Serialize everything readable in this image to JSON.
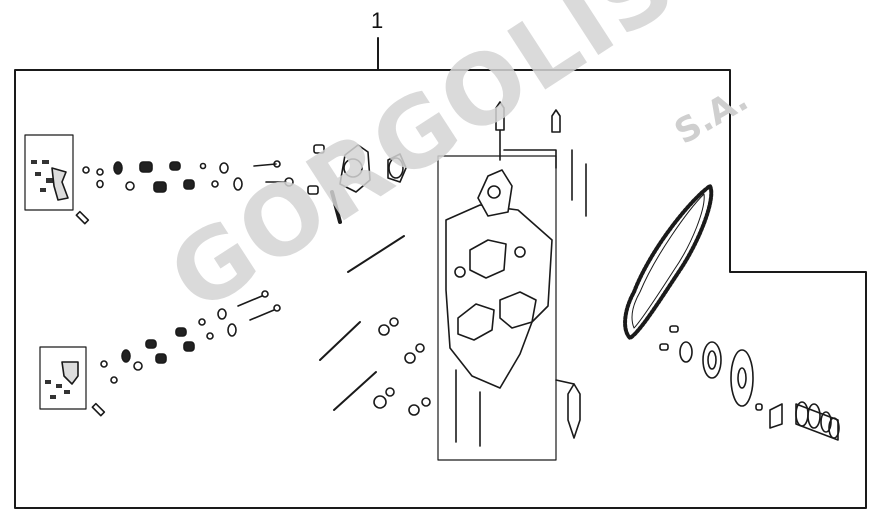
{
  "callout": {
    "number": "1"
  },
  "watermark": {
    "brand": "GORGOLIS",
    "suffix": "S.A."
  },
  "colors": {
    "line": "#1a1a1a",
    "fill": "#ffffff",
    "watermark": "#d4d4d4"
  }
}
